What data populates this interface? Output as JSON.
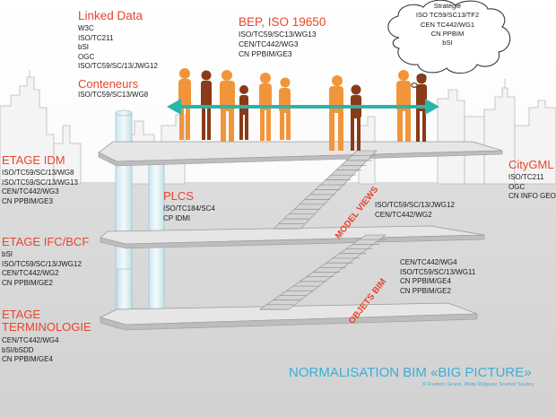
{
  "title": "NORMALISATION BIM «BIG PICTURE»",
  "credit": "© Frederic Grand, Philip Ridgway, Souheil Soubra",
  "linked_data": {
    "heading": "Linked Data",
    "items": [
      "W3C",
      "ISO/TC211",
      "bSI",
      "OGC",
      "ISO/TC59/SC/13/JWG12"
    ]
  },
  "conteneurs": {
    "heading": "Conteneurs",
    "items": [
      "ISO/TC59/SC13/WG8"
    ]
  },
  "bep": {
    "heading": "BEP, ISO 19650",
    "items": [
      "ISO/TC59/SC13/WG13",
      "CEN/TC442/WG3",
      "CN PPBIM/GE3"
    ]
  },
  "strategie": {
    "heading": "Stratégie",
    "items": [
      "ISO TC59/SC13/TF2",
      "CEN TC442/WG1",
      "CN PPBIM",
      "bSI"
    ]
  },
  "etage_idm": {
    "heading": "ETAGE IDM",
    "items": [
      "ISO/TC59/SC/13/WG8",
      "ISO/TC59/SC/13/WG13",
      "CEN/TC442/WG3",
      "CN PPBIM/GE3"
    ]
  },
  "etage_ifc": {
    "heading": "ETAGE IFC/BCF",
    "items": [
      "bSI",
      "ISO/TC59/SC/13/JWG12",
      "CEN/TC442/WG2",
      "CN PPBIM/GE2"
    ]
  },
  "etage_terminologie": {
    "heading_line1": "ETAGE",
    "heading_line2": "TERMINOLOGIE",
    "items": [
      "CEN/TC442/WG4",
      "bSI/bSDD",
      "CN PPBIM/GE4"
    ]
  },
  "plcs": {
    "heading": "PLCS",
    "items": [
      "ISO/TC184/SC4",
      "CP IDMI"
    ]
  },
  "citygml": {
    "heading": "CityGML",
    "items": [
      "ISO/TC211",
      "OGC",
      "CN INFO GEO"
    ]
  },
  "model_views": {
    "label": "MODEL VIEWS",
    "items": [
      "ISO/TC59/SC/13/JWG12",
      "CEN/TC442/WG2"
    ]
  },
  "objets_bim": {
    "label": "OBJETS BIM",
    "items": [
      "CEN/TC442/WG4",
      "ISO/TC59/SC/13/WG11",
      "CN PPBIM/GE4",
      "CN PPBIM/GE2"
    ]
  },
  "colors": {
    "accent_red": "#e8452c",
    "accent_blue": "#3aaed8",
    "arrow_teal": "#2bb5a8",
    "people_orange": "#f2953a",
    "people_brown": "#8a3a18",
    "ground_grey": "#dadada",
    "floor_grey": "#e4e4e4"
  }
}
